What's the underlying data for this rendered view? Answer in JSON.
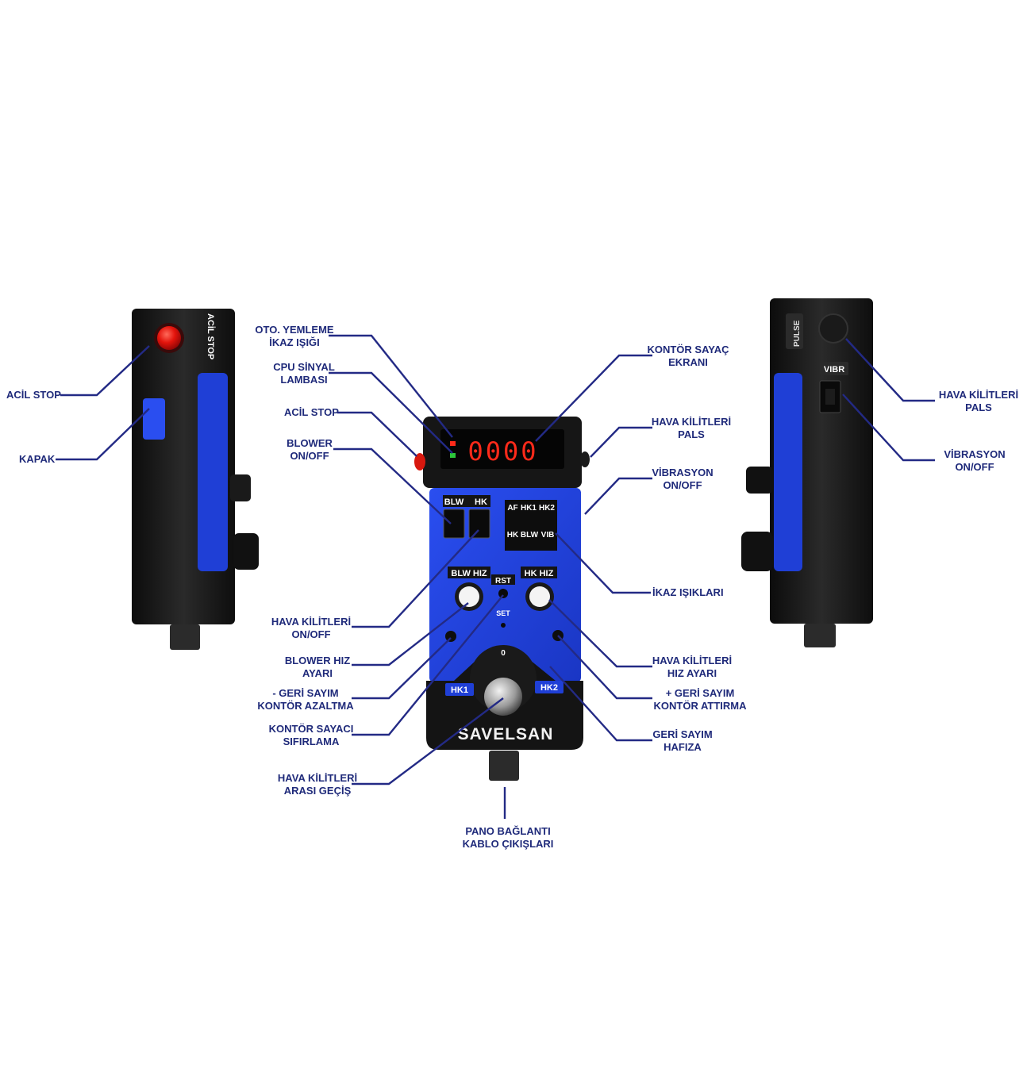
{
  "device": {
    "brand": "SAVELSAN",
    "display_value": "0000",
    "side_left": {
      "acil_stop_text": "ACİL STOP"
    },
    "side_right": {
      "pulse_text": "PULSE",
      "vibr_text": "VIBR"
    },
    "front": {
      "blw_text": "BLW",
      "hk_text": "HK",
      "led_row1": [
        "AF",
        "HK1",
        "HK2"
      ],
      "led_row2": [
        "HK",
        "BLW",
        "VIB"
      ],
      "blw_hiz_text": "BLW HIZ",
      "hk_hiz_text": "HK HIZ",
      "rst_text": "RST",
      "set_text": "SET",
      "hk1_text": "HK1",
      "hk2_text": "HK2",
      "knob_mark": "0"
    },
    "colors": {
      "body_blue": "#1f3fd6",
      "case_black": "#141414",
      "display_red": "#ff2a1a",
      "label_navy": "#1f2a7a",
      "leader_navy": "#232a85"
    }
  },
  "labels": {
    "left_acil_stop": "ACİL STOP",
    "left_kapak": "KAPAK",
    "oto_yemleme": [
      "OTO. YEMLEME",
      "İKAZ IŞIĞI"
    ],
    "cpu_sinyal": [
      "CPU SİNYAL",
      "LAMBASI"
    ],
    "acil_stop": "ACİL STOP",
    "blower_onoff": [
      "BLOWER",
      "ON/OFF"
    ],
    "kontor_sayac_ekrani": [
      "KONTÖR SAYAÇ",
      "EKRANI"
    ],
    "hava_kilitleri_pals": [
      "HAVA KİLİTLERİ",
      "PALS"
    ],
    "vibrasyon_onoff": [
      "VİBRASYON",
      "ON/OFF"
    ],
    "ikaz_isiklari": "İKAZ IŞIKLARI",
    "hava_kilitleri_onoff": [
      "HAVA KİLİTLERİ",
      "ON/OFF"
    ],
    "blower_hiz_ayari": [
      "BLOWER HIZ",
      "AYARI"
    ],
    "geri_sayim_azaltma": [
      "- GERİ SAYIM",
      "KONTÖR AZALTMA"
    ],
    "kontor_sayaci_sifirlama": [
      "KONTÖR SAYACI",
      "SIFIRLAMA"
    ],
    "hava_kilitleri_gecis": [
      "HAVA KİLİTLERİ",
      "ARASI GEÇİŞ"
    ],
    "pano_baglanti": [
      "PANO BAĞLANTI",
      "KABLO ÇIKIŞLARI"
    ],
    "hava_kilitleri_hiz_ayari": [
      "HAVA KİLİTLERİ",
      "HIZ AYARI"
    ],
    "geri_sayim_attirma": [
      "+ GERİ SAYIM",
      "KONTÖR ATTIRMA"
    ],
    "geri_sayim_hafiza": [
      "GERİ SAYIM",
      "HAFIZA"
    ],
    "right_hava_kilitleri_pals": [
      "HAVA KİLİTLERİ",
      "PALS"
    ],
    "right_vibrasyon_onoff": [
      "VİBRASYON",
      "ON/OFF"
    ]
  }
}
